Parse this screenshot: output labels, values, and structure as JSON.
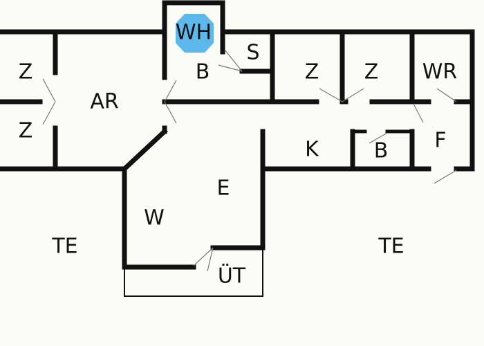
{
  "floorplan": {
    "rooms": {
      "wh": "WH",
      "z_top_left": "Z",
      "z_bottom_left": "Z",
      "ar": "AR",
      "b_top": "B",
      "s": "S",
      "z_mid_1": "Z",
      "z_mid_2": "Z",
      "wr": "WR",
      "k": "K",
      "b_bottom": "B",
      "f": "F",
      "e": "E",
      "w": "W",
      "ut": "ÜT",
      "te_left": "TE",
      "te_right": "TE"
    },
    "colors": {
      "wall": "#111111",
      "background": "#fcfcf7",
      "highlight": "#5db8ec",
      "door_swing": "#777777"
    },
    "highlighted_room": "wh"
  }
}
